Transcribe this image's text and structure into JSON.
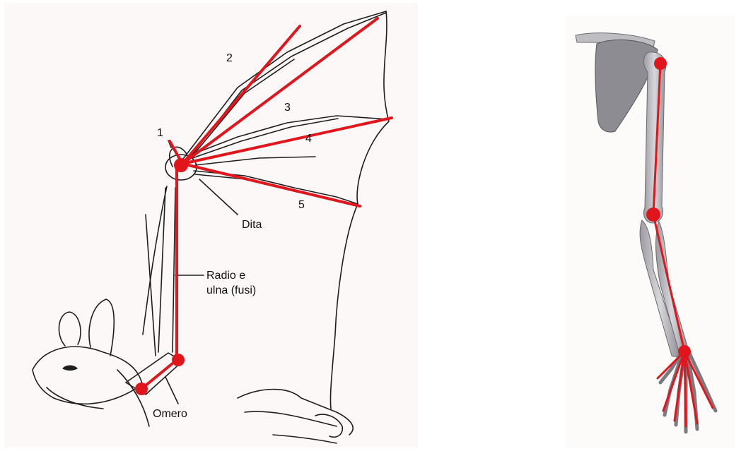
{
  "bat_wing": {
    "finger_labels": [
      "1",
      "2",
      "3",
      "4",
      "5"
    ],
    "dita_label": "Dita",
    "radio_ulna_label": [
      "Radio e",
      "ulna (fusi)"
    ],
    "omero_label": "Omero"
  },
  "colors": {
    "overlay_red": "#e0161c",
    "line_art": "#1e1e1e",
    "bone_gray": "#c9c9cd"
  }
}
